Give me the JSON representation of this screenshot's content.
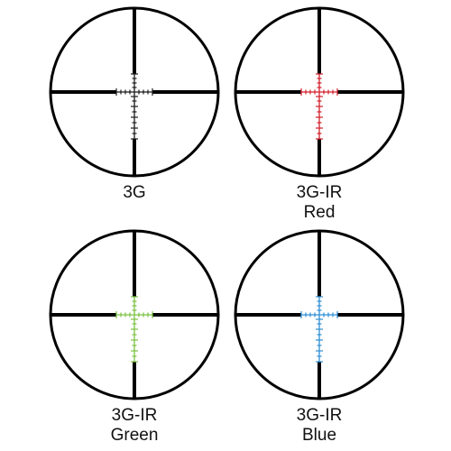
{
  "reticles": [
    {
      "caption_lines": [
        "3G"
      ],
      "reticle_color": "#1a1a1a"
    },
    {
      "caption_lines": [
        "3G-IR",
        "Red"
      ],
      "reticle_color": "#d21f2b"
    },
    {
      "caption_lines": [
        "3G-IR",
        "Green"
      ],
      "reticle_color": "#7cc242"
    },
    {
      "caption_lines": [
        "3G-IR",
        "Blue"
      ],
      "reticle_color": "#2f8fd5"
    }
  ],
  "outline_color": "#000000"
}
